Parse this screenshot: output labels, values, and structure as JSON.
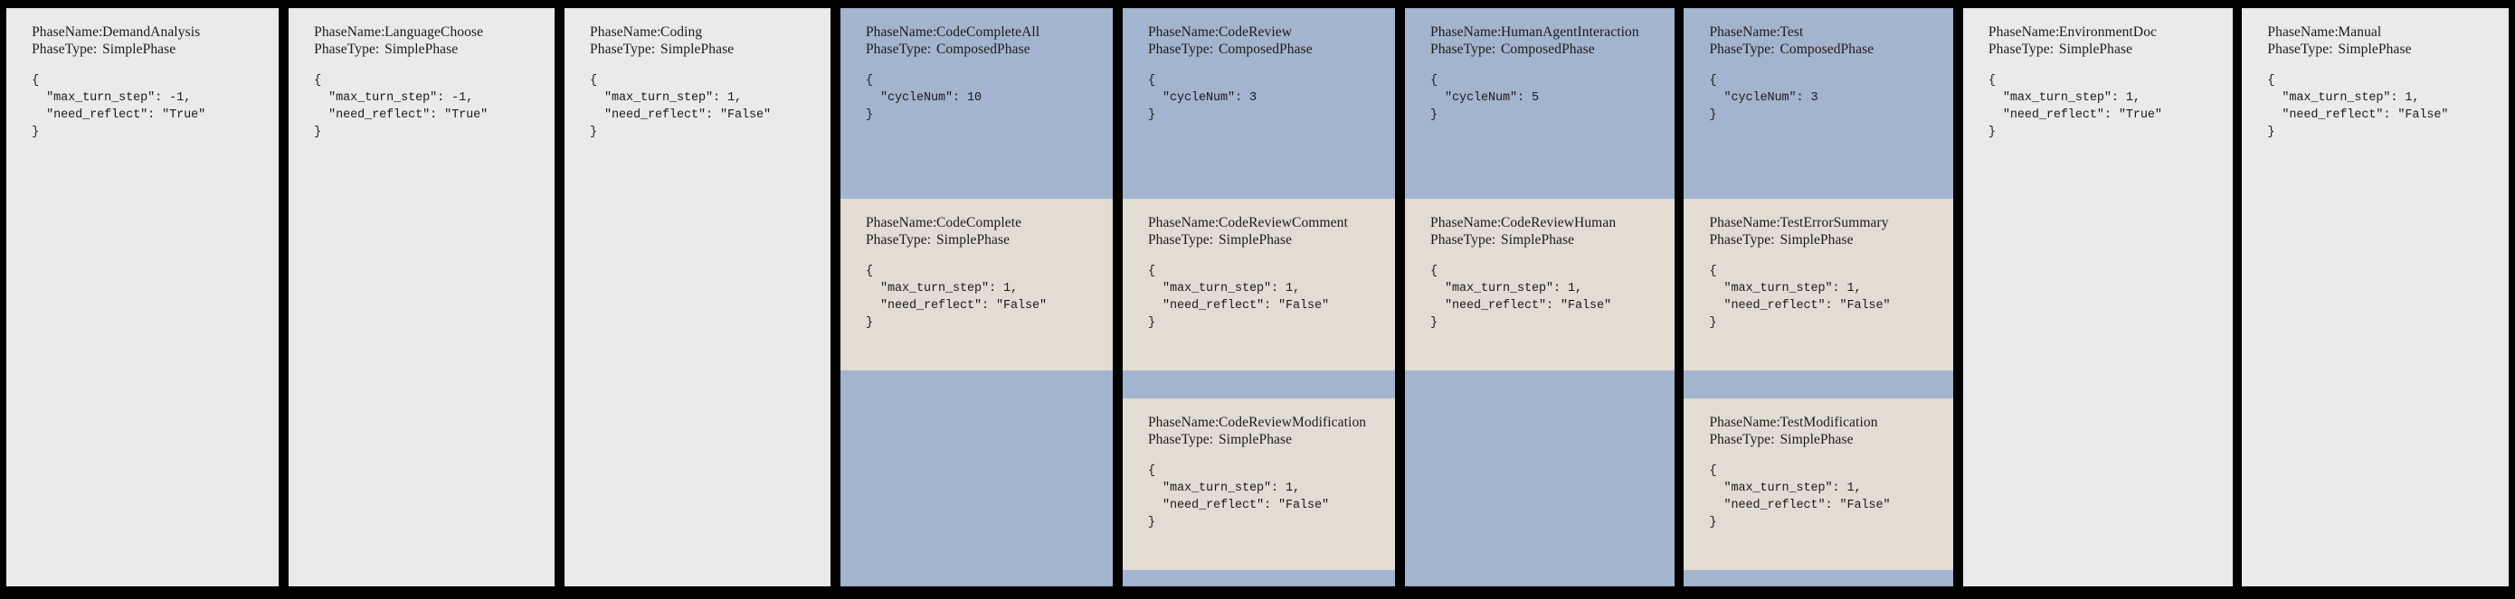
{
  "figure": {
    "background_color": "#000000",
    "simple_phase_color": "#e8ebea",
    "composed_phase_color": "#a3b4ce",
    "sub_phase_color": "#e3dcd3",
    "label_phase_name": "PhaseName:",
    "label_phase_type": "PhaseType:"
  },
  "columns": [
    {
      "id": "demand-analysis",
      "header": {
        "phase_name": "DemandAnalysis",
        "phase_type": "SimplePhase",
        "style": "simple",
        "config": "{\n  \"max_turn_step\": -1,\n  \"need_reflect\": \"True\"\n}",
        "config_values": {
          "max_turn_step": -1,
          "need_reflect": "True"
        }
      },
      "subphases": []
    },
    {
      "id": "language-choose",
      "header": {
        "phase_name": "LanguageChoose",
        "phase_type": "SimplePhase",
        "style": "simple",
        "config": "{\n  \"max_turn_step\": -1,\n  \"need_reflect\": \"True\"\n}",
        "config_values": {
          "max_turn_step": -1,
          "need_reflect": "True"
        }
      },
      "subphases": []
    },
    {
      "id": "coding",
      "header": {
        "phase_name": "Coding",
        "phase_type": "SimplePhase",
        "style": "simple",
        "config": "{\n  \"max_turn_step\": 1,\n  \"need_reflect\": \"False\"\n}",
        "config_values": {
          "max_turn_step": 1,
          "need_reflect": "False"
        }
      },
      "subphases": []
    },
    {
      "id": "code-complete-all",
      "header": {
        "phase_name": "CodeCompleteAll",
        "phase_type": "ComposedPhase",
        "style": "composed",
        "config": "{\n  \"cycleNum\": 10\n}",
        "config_values": {
          "cycleNum": 10
        }
      },
      "subphases": [
        {
          "phase_name": "CodeComplete",
          "phase_type": "SimplePhase",
          "config": "{\n  \"max_turn_step\": 1,\n  \"need_reflect\": \"False\"\n}",
          "config_values": {
            "max_turn_step": 1,
            "need_reflect": "False"
          }
        }
      ]
    },
    {
      "id": "code-review",
      "header": {
        "phase_name": "CodeReview",
        "phase_type": "ComposedPhase",
        "style": "composed",
        "config": "{\n  \"cycleNum\": 3\n}",
        "config_values": {
          "cycleNum": 3
        }
      },
      "subphases": [
        {
          "phase_name": "CodeReviewComment",
          "phase_type": "SimplePhase",
          "config": "{\n  \"max_turn_step\": 1,\n  \"need_reflect\": \"False\"\n}",
          "config_values": {
            "max_turn_step": 1,
            "need_reflect": "False"
          }
        },
        {
          "phase_name": "CodeReviewModification",
          "phase_type": "SimplePhase",
          "config": "{\n  \"max_turn_step\": 1,\n  \"need_reflect\": \"False\"\n}",
          "config_values": {
            "max_turn_step": 1,
            "need_reflect": "False"
          }
        }
      ]
    },
    {
      "id": "human-agent-interaction",
      "header": {
        "phase_name": "HumanAgentInteraction",
        "phase_type": "ComposedPhase",
        "style": "composed",
        "config": "{\n  \"cycleNum\": 5\n}",
        "config_values": {
          "cycleNum": 5
        }
      },
      "subphases": [
        {
          "phase_name": "CodeReviewHuman",
          "phase_type": "SimplePhase",
          "config": "{\n  \"max_turn_step\": 1,\n  \"need_reflect\": \"False\"\n}",
          "config_values": {
            "max_turn_step": 1,
            "need_reflect": "False"
          }
        }
      ]
    },
    {
      "id": "test",
      "header": {
        "phase_name": "Test",
        "phase_type": "ComposedPhase",
        "style": "composed",
        "config": "{\n  \"cycleNum\": 3\n}",
        "config_values": {
          "cycleNum": 3
        }
      },
      "subphases": [
        {
          "phase_name": "TestErrorSummary",
          "phase_type": "SimplePhase",
          "config": "{\n  \"max_turn_step\": 1,\n  \"need_reflect\": \"False\"\n}",
          "config_values": {
            "max_turn_step": 1,
            "need_reflect": "False"
          }
        },
        {
          "phase_name": "TestModification",
          "phase_type": "SimplePhase",
          "config": "{\n  \"max_turn_step\": 1,\n  \"need_reflect\": \"False\"\n}",
          "config_values": {
            "max_turn_step": 1,
            "need_reflect": "False"
          }
        }
      ]
    },
    {
      "id": "environment-doc",
      "header": {
        "phase_name": "EnvironmentDoc",
        "phase_type": "SimplePhase",
        "style": "simple",
        "config": "{\n  \"max_turn_step\": 1,\n  \"need_reflect\": \"True\"\n}",
        "config_values": {
          "max_turn_step": 1,
          "need_reflect": "True"
        }
      },
      "subphases": []
    },
    {
      "id": "manual",
      "header": {
        "phase_name": "Manual",
        "phase_type": "SimplePhase",
        "style": "simple",
        "config": "{\n  \"max_turn_step\": 1,\n  \"need_reflect\": \"False\"\n}",
        "config_values": {
          "max_turn_step": 1,
          "need_reflect": "False"
        }
      },
      "subphases": []
    }
  ]
}
